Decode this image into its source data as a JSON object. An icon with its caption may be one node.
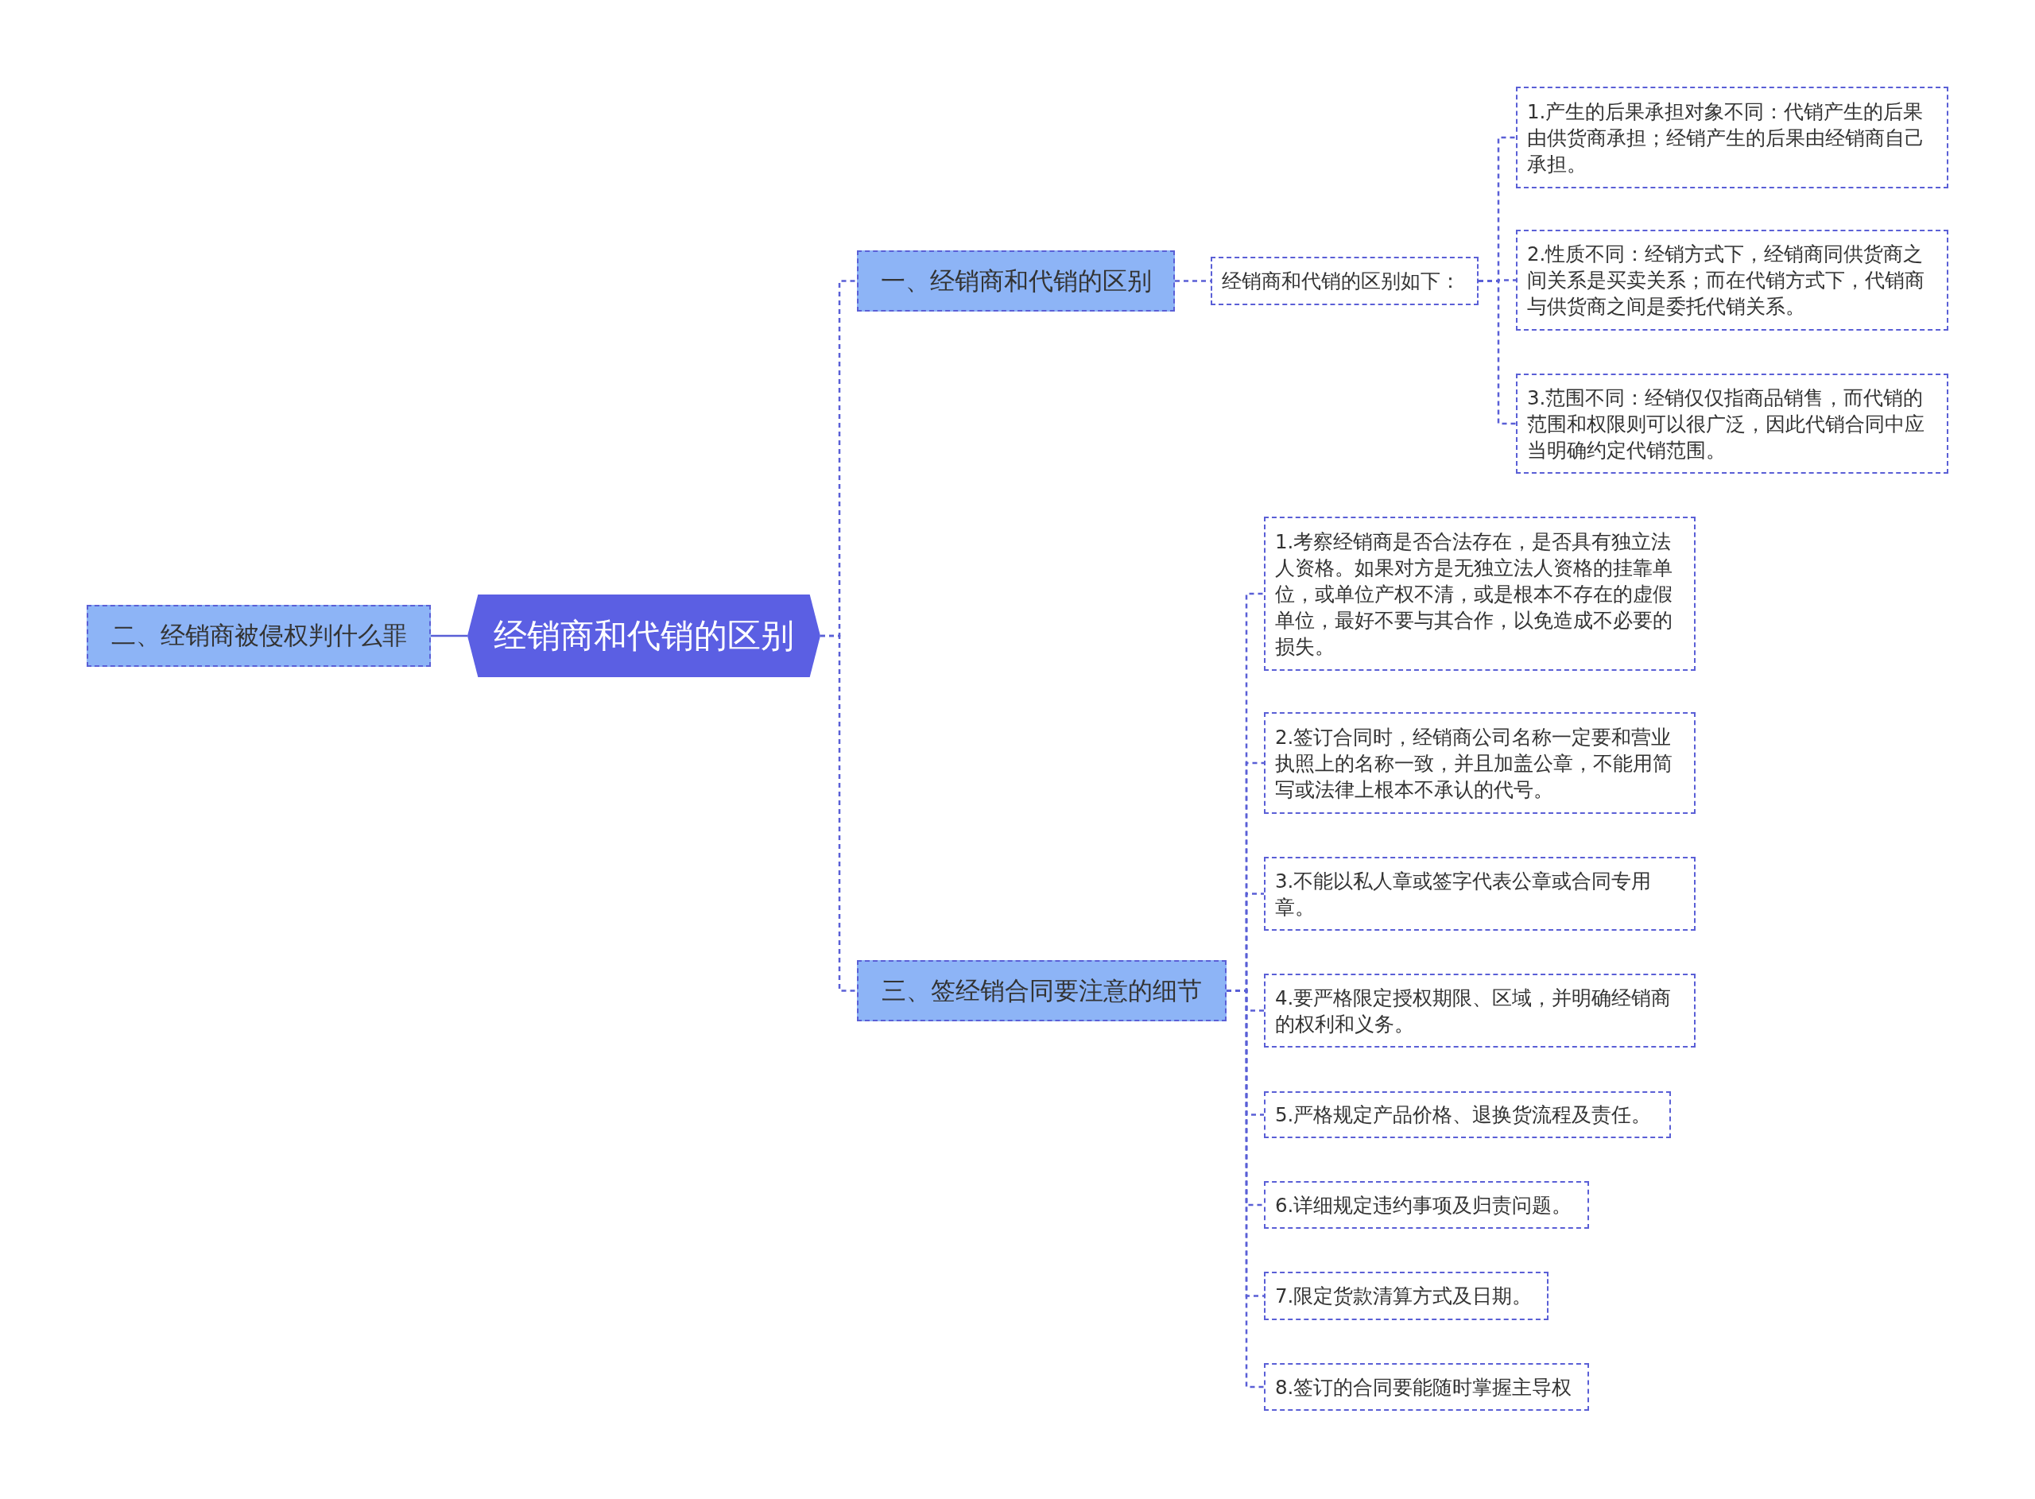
{
  "diagram": {
    "nodes": [
      {
        "text": [
          "二、经销商被侵权判什么罪"
        ]
      },
      {
        "text": [
          "经销商和代销的区别"
        ]
      },
      {
        "text": [
          "一、经销商和代销的区别"
        ]
      },
      {
        "text": [
          "经销商和代销的区别如下："
        ]
      },
      {
        "text": [
          "1.产生的后果承担对象不同：代销产生的后果由供货商承担；经销产生的后果由经销商自己承担。"
        ]
      },
      {
        "text": [
          "2.性质不同：经销方式下，经销商同供货商之间关系是买卖关系；而在代销方式下，代销商与供货商之间是委托代销关系。"
        ]
      },
      {
        "text": [
          "3.范围不同：经销仅仅指商品销售，而代销的范围和权限则可以很广泛，因此代销合同中应当明确约定代销范围。"
        ]
      },
      {
        "text": [
          "三、签经销合同要注意的细节"
        ]
      },
      {
        "text": [
          "1.考察经销商是否合法存在，是否具有独立法人资格。如果对方是无独立法人资格的挂靠单位，或单位产权不清，或是根本不存在的虚假单位，最好不要与其合作，以免造成不必要的损失。"
        ]
      },
      {
        "text": [
          "2.签订合同时，经销商公司名称一定要和营业执照上的名称一致，并且加盖公章，不能用简写或法律上根本不承认的代号。"
        ]
      },
      {
        "text": [
          "3.不能以私人章或签字代表公章或合同专用章。"
        ]
      },
      {
        "text": [
          "4.要严格限定授权期限、区域，并明确经销商的权利和义务。"
        ]
      },
      {
        "text": [
          "5.严格规定产品价格、退换货流程及责任。"
        ]
      },
      {
        "text": [
          "6.详细规定违约事项及归责问题。"
        ]
      },
      {
        "text": [
          "7.限定货款清算方式及日期。"
        ]
      },
      {
        "text": [
          "8.签订的合同要能随时掌握主导权"
        ]
      }
    ],
    "edges": [
      {
        "from": 1,
        "to": 0,
        "arrow": "none"
      },
      {
        "from": 1,
        "to": 2,
        "arrow": "none",
        "style": "dashed"
      },
      {
        "from": 1,
        "to": 7,
        "arrow": "none",
        "style": "dashed"
      },
      {
        "from": 2,
        "to": 3,
        "arrow": "none",
        "style": "dashed"
      },
      {
        "from": 3,
        "to": 4,
        "arrow": "none",
        "style": "dashed"
      },
      {
        "from": 3,
        "to": 5,
        "arrow": "none",
        "style": "dashed"
      },
      {
        "from": 3,
        "to": 6,
        "arrow": "none",
        "style": "dashed"
      },
      {
        "from": 7,
        "to": 8,
        "arrow": "none",
        "style": "dashed"
      },
      {
        "from": 7,
        "to": 9,
        "arrow": "none",
        "style": "dashed"
      },
      {
        "from": 7,
        "to": 10,
        "arrow": "none",
        "style": "dashed"
      },
      {
        "from": 7,
        "to": 11,
        "arrow": "none",
        "style": "dashed"
      },
      {
        "from": 7,
        "to": 12,
        "arrow": "none",
        "style": "dashed"
      },
      {
        "from": 7,
        "to": 13,
        "arrow": "none",
        "style": "dashed"
      },
      {
        "from": 7,
        "to": 14,
        "arrow": "none",
        "style": "dashed"
      },
      {
        "from": 7,
        "to": 15,
        "arrow": "none",
        "style": "dashed"
      }
    ]
  }
}
